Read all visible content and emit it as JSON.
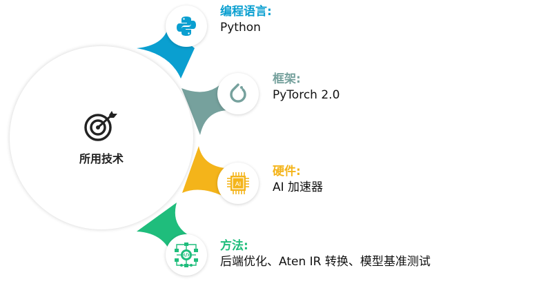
{
  "center": {
    "label": "所用技术",
    "icon": "target-icon"
  },
  "colors": {
    "python": "#0a9fd0",
    "framework": "#76a19d",
    "hardware": "#f4b41a",
    "method": "#1fbd7c"
  },
  "items": [
    {
      "title": "编程语言:",
      "value": "Python",
      "icon": "python-icon"
    },
    {
      "title": "框架:",
      "value": "PyTorch 2.0",
      "icon": "pytorch-icon"
    },
    {
      "title": "硬件:",
      "value": "AI 加速器",
      "icon": "ai-chip-icon",
      "chip_text": "AI"
    },
    {
      "title": "方法:",
      "value": "后端优化、Aten IR 转换、模型基准测试",
      "icon": "code-network-icon"
    }
  ]
}
